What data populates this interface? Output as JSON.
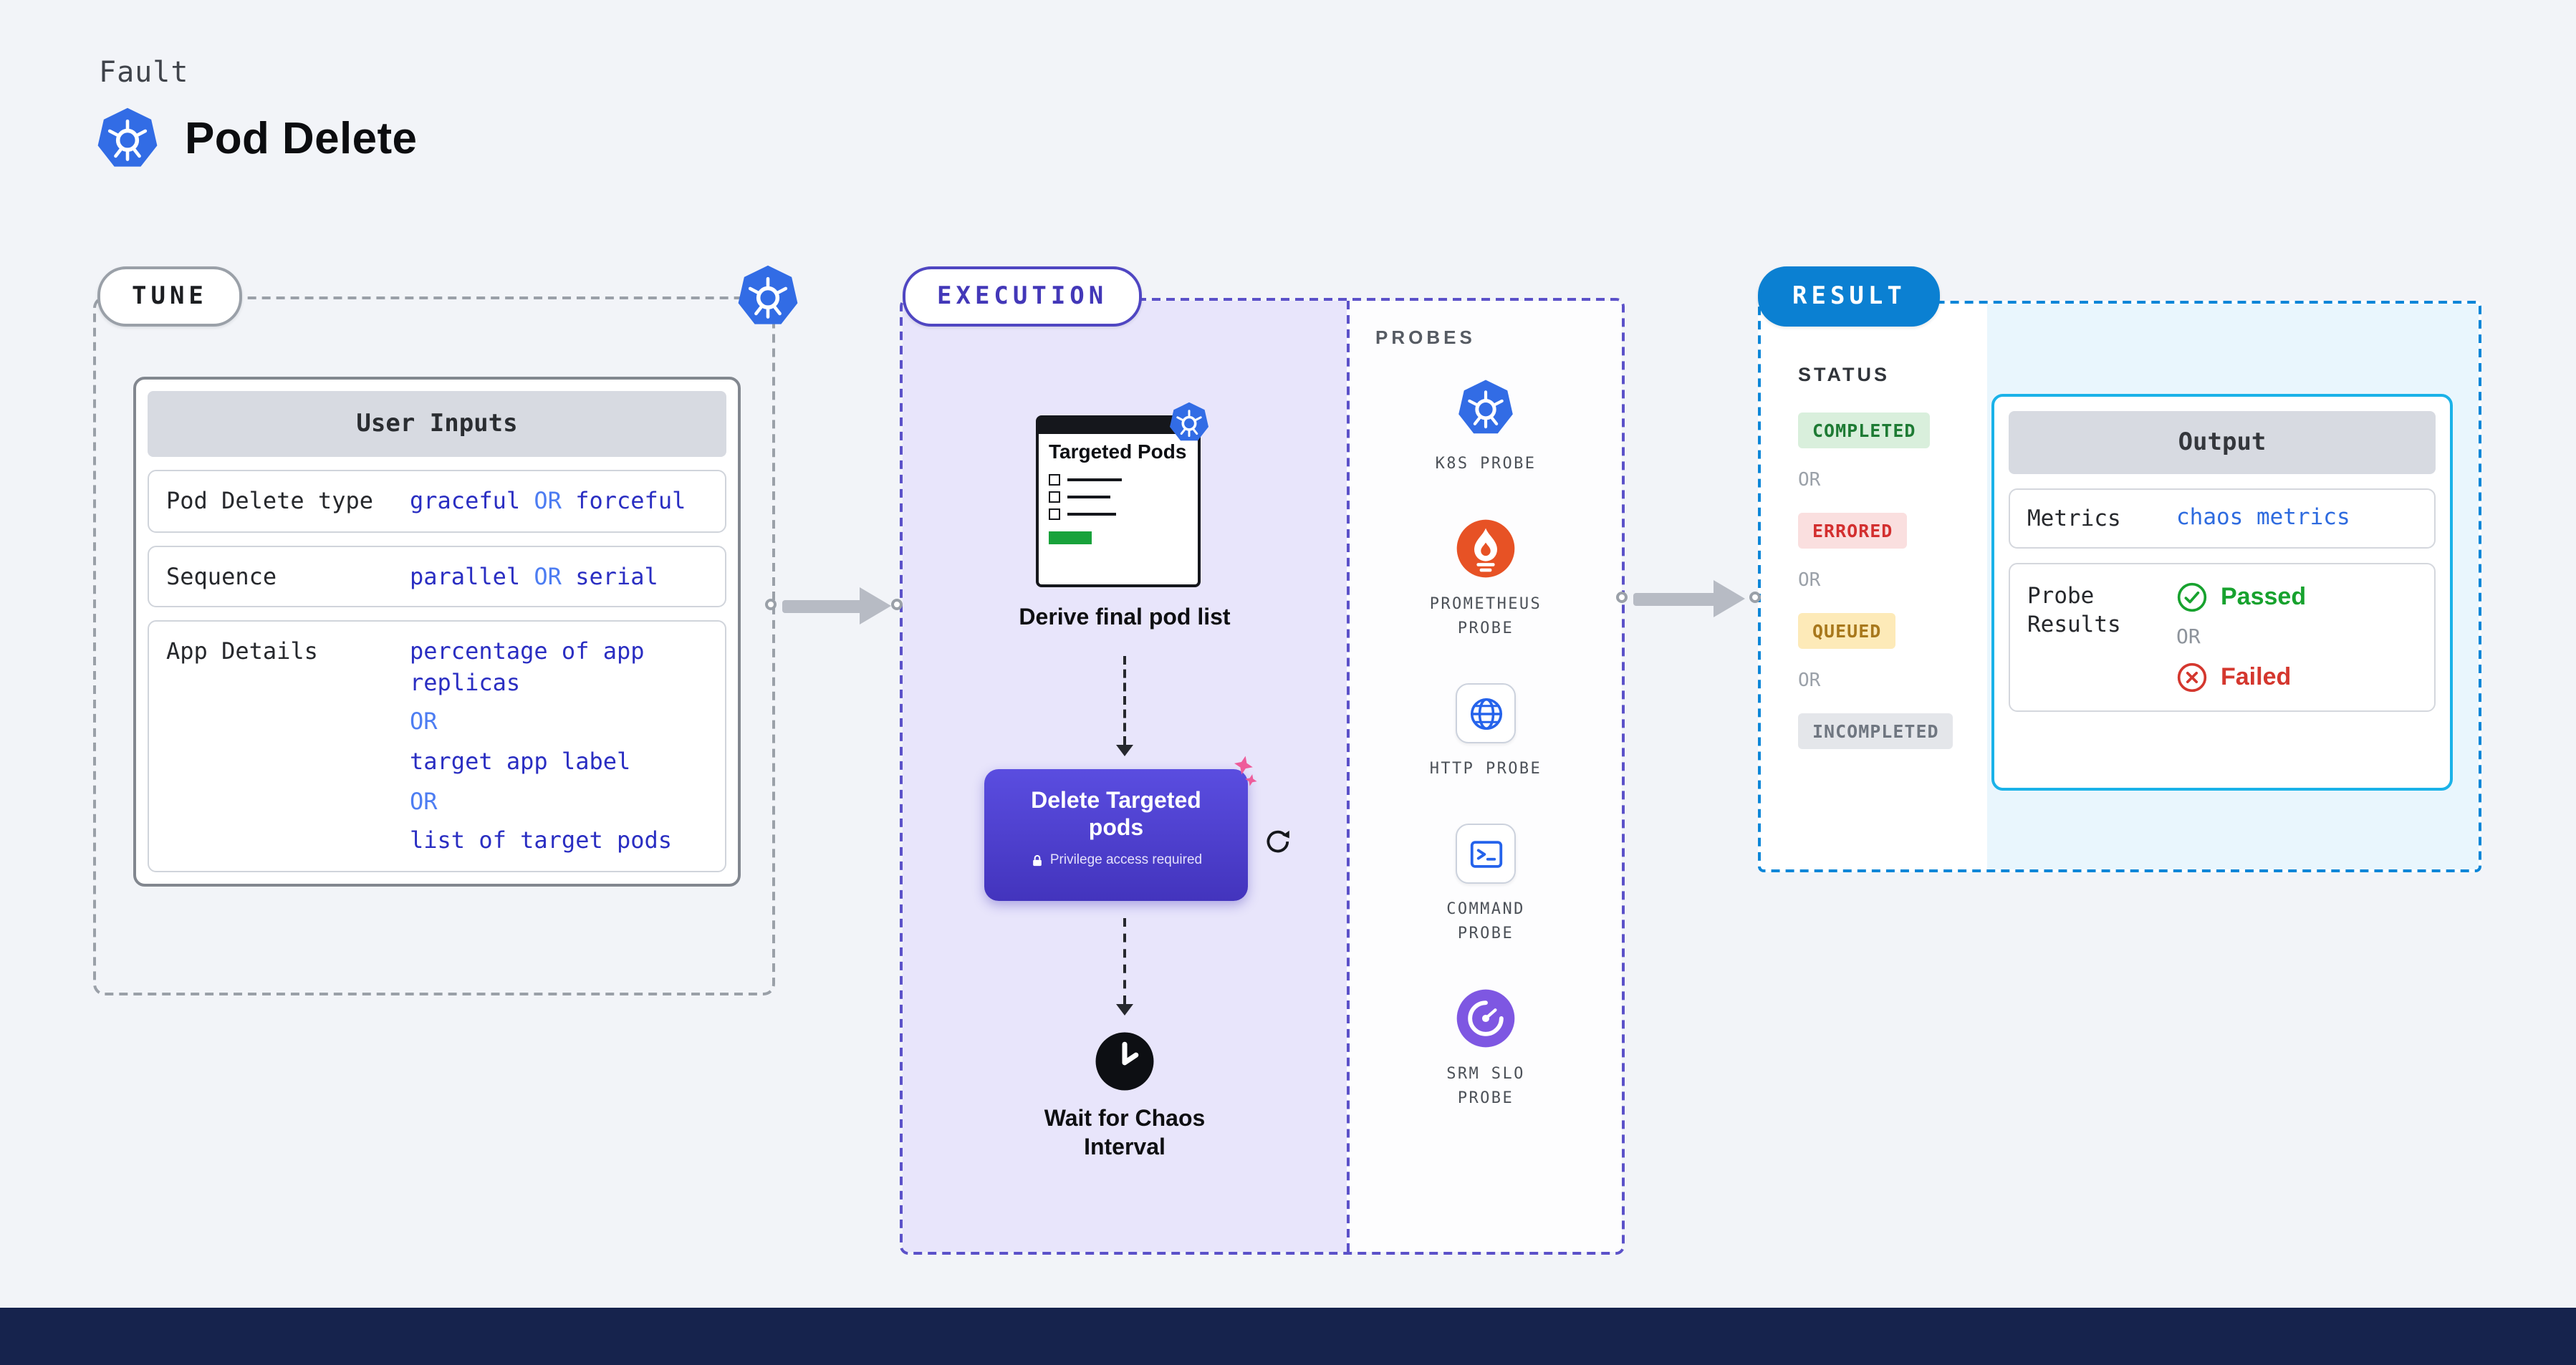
{
  "header": {
    "kicker": "Fault",
    "title": "Pod Delete"
  },
  "tune": {
    "pill": "TUNE",
    "table": {
      "title": "User Inputs",
      "rows": [
        {
          "label": "Pod Delete type",
          "a": "graceful",
          "or": "OR",
          "b": "forceful"
        },
        {
          "label": "Sequence",
          "a": "parallel",
          "or": "OR",
          "b": "serial"
        },
        {
          "label": "App Details",
          "lines": [
            "percentage of app replicas",
            "OR",
            "target app label",
            "OR",
            "list of target pods"
          ]
        }
      ]
    }
  },
  "execution": {
    "pill": "EXECUTION",
    "pods_card": {
      "title": "Targeted Pods"
    },
    "derive_caption": "Derive final pod list",
    "delete_button": {
      "title": "Delete Targeted pods",
      "note": "Privilege access required"
    },
    "wait_caption": "Wait for Chaos Interval",
    "probes": {
      "heading": "PROBES",
      "items": [
        {
          "label": "K8S PROBE",
          "icon": "kubernetes-icon"
        },
        {
          "label": "PROMETHEUS PROBE",
          "icon": "prometheus-icon"
        },
        {
          "label": "HTTP PROBE",
          "icon": "globe-icon"
        },
        {
          "label": "COMMAND PROBE",
          "icon": "terminal-icon"
        },
        {
          "label": "SRM SLO PROBE",
          "icon": "slo-gauge-icon"
        }
      ]
    }
  },
  "result": {
    "pill": "RESULT",
    "status": {
      "heading": "STATUS",
      "separator": "OR",
      "badges": [
        {
          "text": "COMPLETED",
          "bg": "#d9efdc",
          "fg": "#1e7b34"
        },
        {
          "text": "ERRORED",
          "bg": "#fadfdf",
          "fg": "#d32f2f"
        },
        {
          "text": "QUEUED",
          "bg": "#fdeab8",
          "fg": "#a8781c"
        },
        {
          "text": "INCOMPLETED",
          "bg": "#e4e6ea",
          "fg": "#6f7680"
        }
      ]
    },
    "output": {
      "title": "Output",
      "metrics_label": "Metrics",
      "metrics_value": "chaos metrics",
      "probe_results_label": "Probe Results",
      "passed": "Passed",
      "or": "OR",
      "failed": "Failed"
    }
  },
  "colors": {
    "background": "#f2f4f8",
    "bottom_bar": "#16234d",
    "kubernetes_blue": "#326ce5",
    "execution_accent": "#4f46c2",
    "execution_fill": "#e8e5fb",
    "result_accent": "#0b80d2",
    "output_border": "#1ab2e8",
    "output_panel_fill": "#e9f6fd",
    "input_value_text": "#2a2ec2",
    "or_text": "#4d7df2",
    "passed_green": "#17a22e",
    "failed_red": "#d4372e",
    "delete_button": "#4c40cf"
  }
}
